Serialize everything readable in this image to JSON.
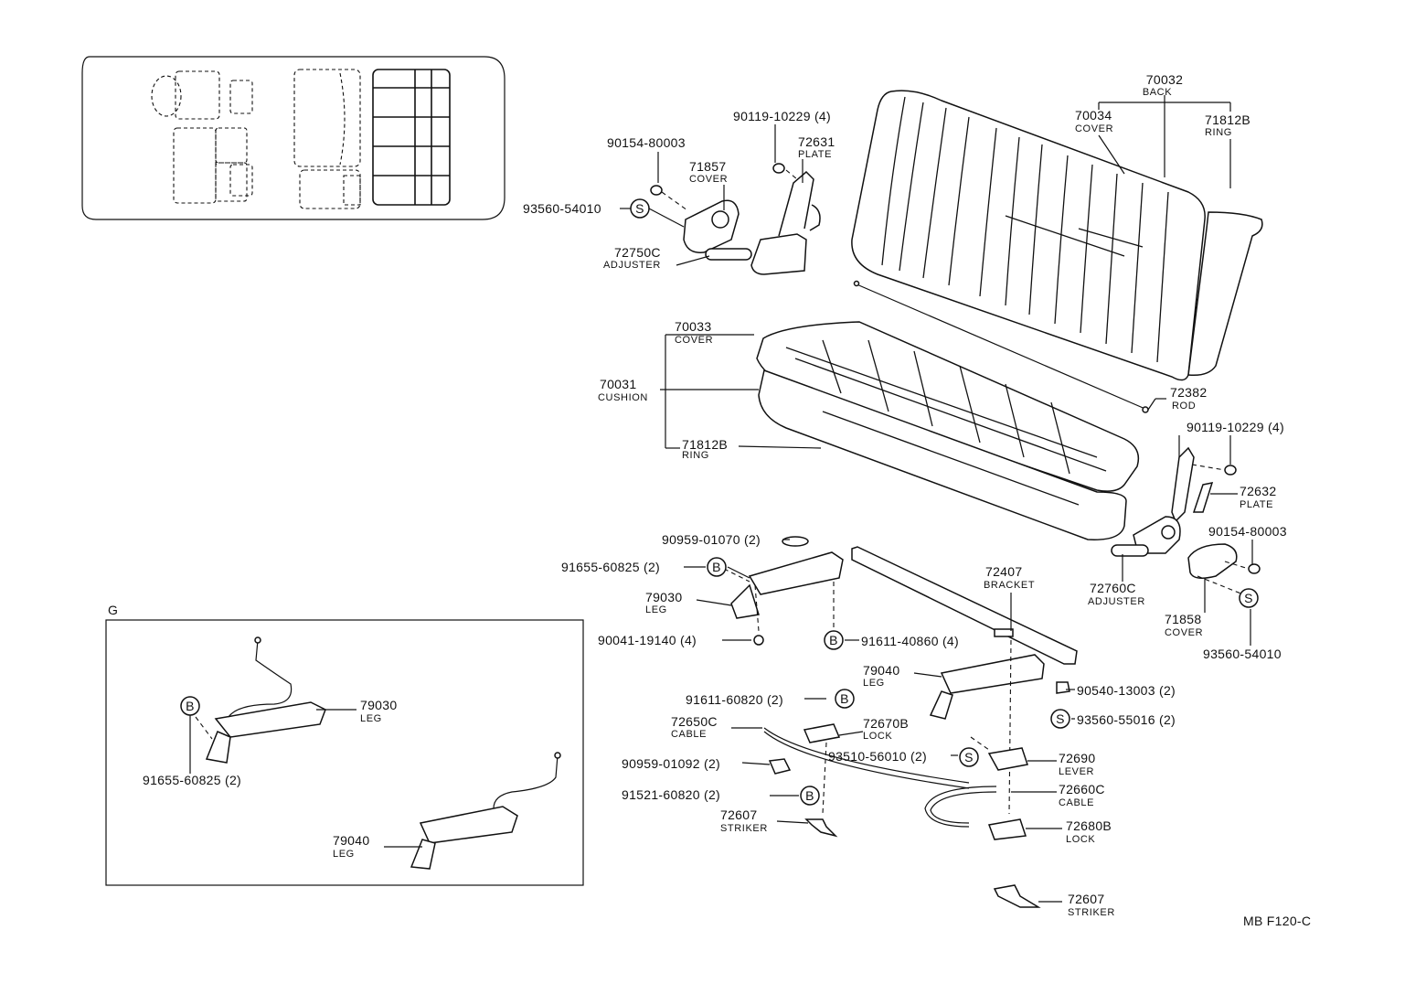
{
  "diagram_code": "MB F120-C",
  "inset": {
    "label": "G"
  },
  "symbols": {
    "bolt": "B",
    "screw": "S"
  },
  "parts": {
    "p70032": {
      "no": "70032",
      "name": "BACK"
    },
    "p70034": {
      "no": "70034",
      "name": "COVER"
    },
    "p71812B_a": {
      "no": "71812B",
      "name": "RING"
    },
    "p90119_a": {
      "no": "90119-10229 (4)"
    },
    "p72631": {
      "no": "72631",
      "name": "PLATE"
    },
    "p90154_a": {
      "no": "90154-80003"
    },
    "p71857": {
      "no": "71857",
      "name": "COVER"
    },
    "p93560_a": {
      "no": "93560-54010"
    },
    "p72750C": {
      "no": "72750C",
      "name": "ADJUSTER"
    },
    "p70033": {
      "no": "70033",
      "name": "COVER"
    },
    "p70031": {
      "no": "70031",
      "name": "CUSHION"
    },
    "p71812B_b": {
      "no": "71812B",
      "name": "RING"
    },
    "p72382": {
      "no": "72382",
      "name": "ROD"
    },
    "p90119_b": {
      "no": "90119-10229 (4)"
    },
    "p72632": {
      "no": "72632",
      "name": "PLATE"
    },
    "p90154_b": {
      "no": "90154-80003"
    },
    "p72760C": {
      "no": "72760C",
      "name": "ADJUSTER"
    },
    "p71858": {
      "no": "71858",
      "name": "COVER"
    },
    "p93560_b": {
      "no": "93560-54010"
    },
    "p90959_a": {
      "no": "90959-01070 (2)"
    },
    "p91655_a": {
      "no": "91655-60825 (2)"
    },
    "p79030_a": {
      "no": "79030",
      "name": "LEG"
    },
    "p90041": {
      "no": "90041-19140 (4)"
    },
    "p91611_a": {
      "no": "91611-40860 (4)"
    },
    "p72407": {
      "no": "72407",
      "name": "BRACKET"
    },
    "p79040_a": {
      "no": "79040",
      "name": "LEG"
    },
    "p90540": {
      "no": "90540-13003 (2)"
    },
    "p93560_c": {
      "no": "93560-55016 (2)"
    },
    "p91611_b": {
      "no": "91611-60820 (2)"
    },
    "p72650C": {
      "no": "72650C",
      "name": "CABLE"
    },
    "p72670B": {
      "no": "72670B",
      "name": "LOCK"
    },
    "p93510": {
      "no": "93510-56010 (2)"
    },
    "p72690": {
      "no": "72690",
      "name": "LEVER"
    },
    "p90959_b": {
      "no": "90959-01092 (2)"
    },
    "p72660C": {
      "no": "72660C",
      "name": "CABLE"
    },
    "p91521": {
      "no": "91521-60820 (2)"
    },
    "p72607_a": {
      "no": "72607",
      "name": "STRIKER"
    },
    "p72680B": {
      "no": "72680B",
      "name": "LOCK"
    },
    "p72607_b": {
      "no": "72607",
      "name": "STRIKER"
    },
    "p79030_b": {
      "no": "79030",
      "name": "LEG"
    },
    "p91655_b": {
      "no": "91655-60825 (2)"
    },
    "p79040_b": {
      "no": "79040",
      "name": "LEG"
    }
  }
}
